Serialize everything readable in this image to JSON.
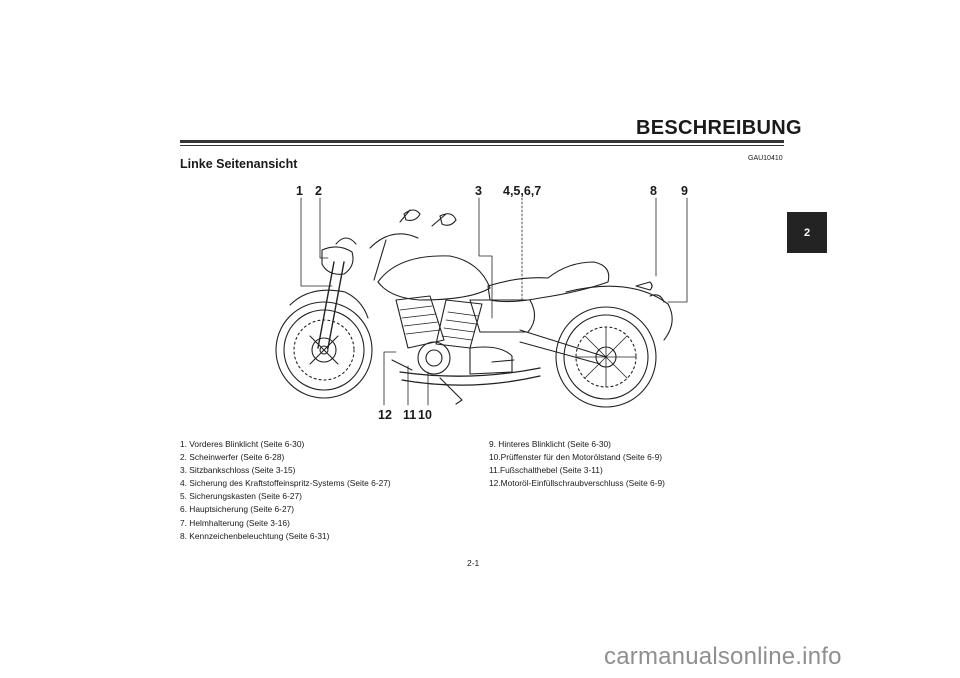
{
  "header": {
    "title": "BESCHREIBUNG",
    "code": "GAU10410",
    "section_title": "Linke Seitenansicht",
    "chapter_tab": "2"
  },
  "callouts": {
    "c1": "1",
    "c2": "2",
    "c3": "3",
    "c4567": "4,5,6,7",
    "c8": "8",
    "c9": "9",
    "c12": "12",
    "c11": "11",
    "c10": "10"
  },
  "parts_left": [
    "1.  Vorderes Blinklicht (Seite 6-30)",
    "2.  Scheinwerfer (Seite 6-28)",
    "3.  Sitzbankschloss (Seite 3-15)",
    "4.  Sicherung des Kraftstoffeinspritz-Systems (Seite 6-27)",
    "5.  Sicherungskasten (Seite 6-27)",
    "6.  Hauptsicherung (Seite 6-27)",
    "7.  Helmhalterung (Seite 3-16)",
    "8.  Kennzeichenbeleuchtung (Seite 6-31)"
  ],
  "parts_right": [
    "9.  Hinteres Blinklicht (Seite 6-30)",
    "10.Prüffenster für den Motorölstand (Seite 6-9)",
    "11.Fußschalthebel (Seite 3-11)",
    "12.Motoröl-Einfüllschraubverschluss (Seite 6-9)"
  ],
  "footer": {
    "page_number": "2-1",
    "watermark": "carmanualsonline.info"
  },
  "colors": {
    "ink": "#1a1a1a",
    "tab_background": "#232323",
    "watermark": "#8f8f8f"
  }
}
